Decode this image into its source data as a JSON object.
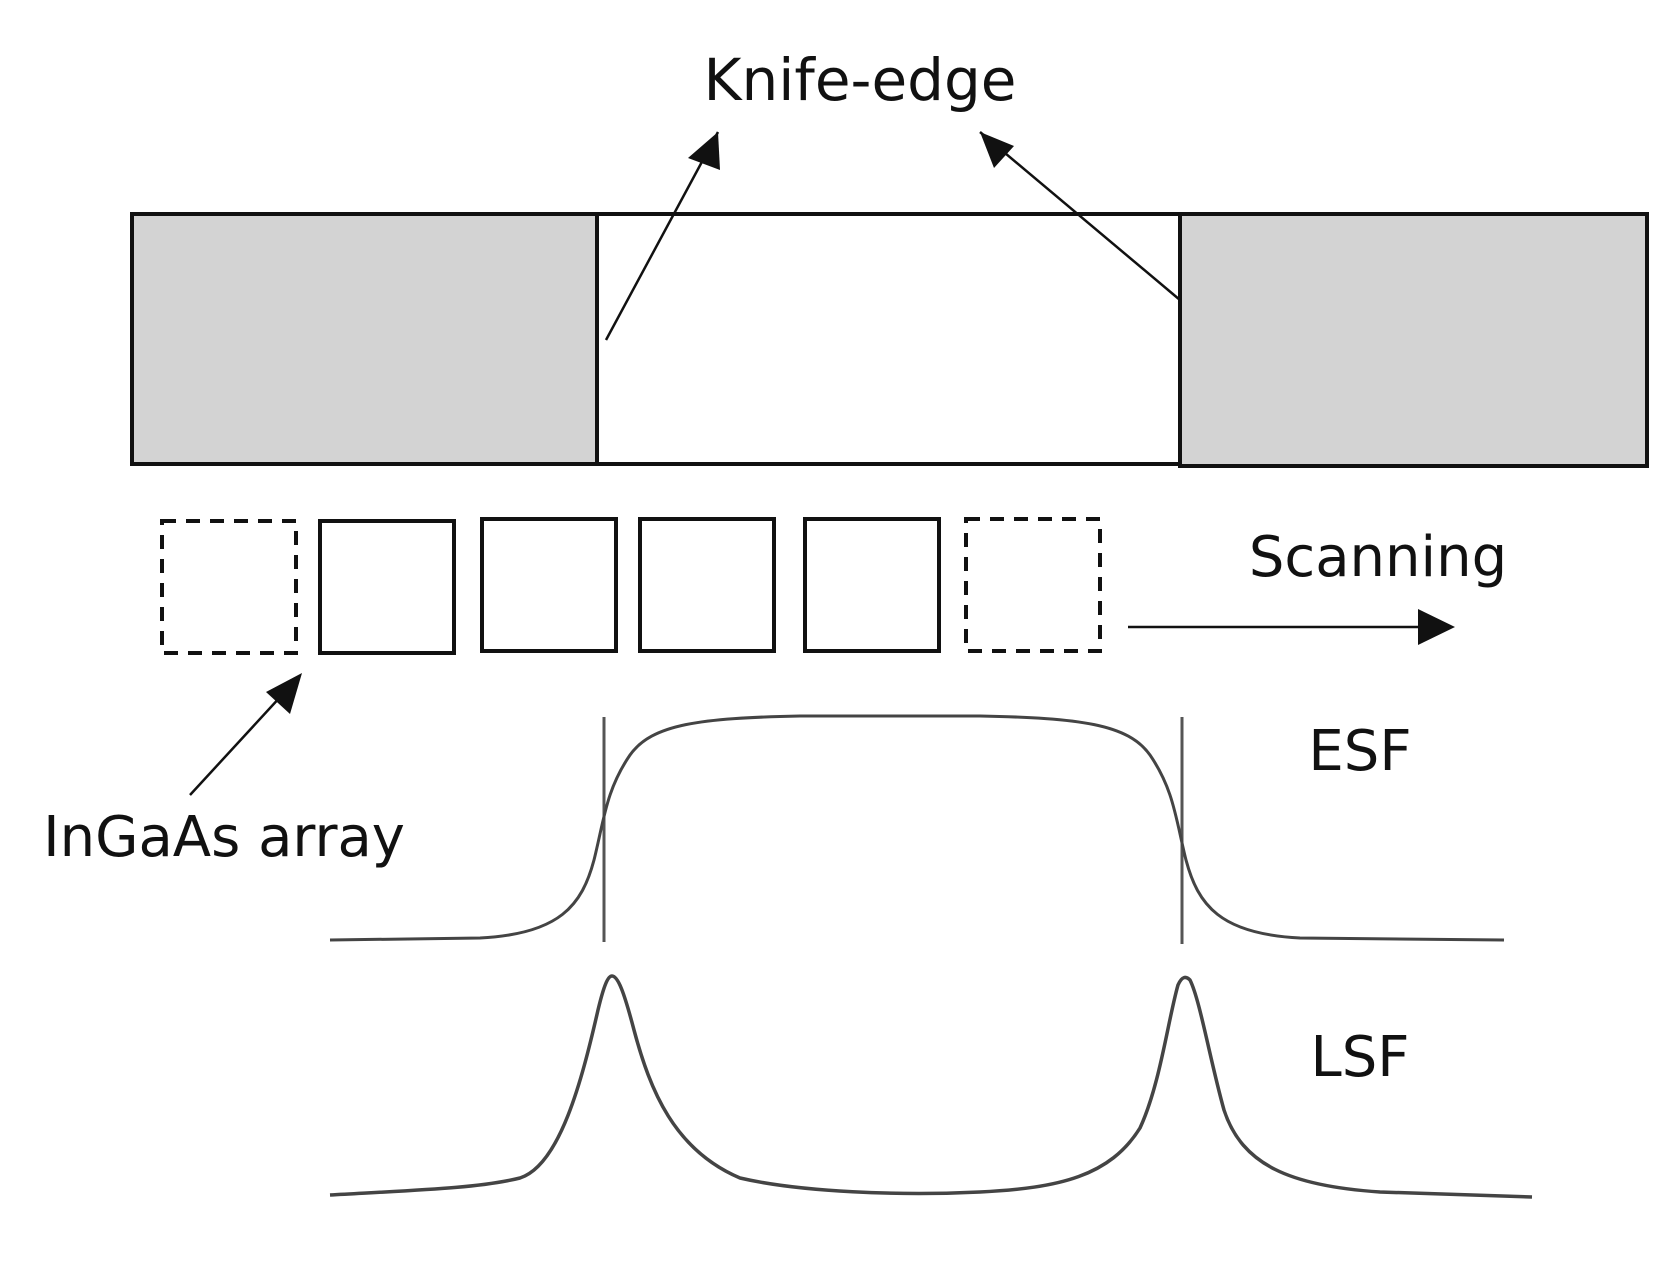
{
  "labels": {
    "knife_edge": "Knife-edge",
    "scanning": "Scanning",
    "esf": "ESF",
    "lsf": "LSF",
    "array": "InGaAs array"
  },
  "colors": {
    "shade": "#d3d3d3",
    "line": "#111111",
    "curve": "#444444"
  }
}
